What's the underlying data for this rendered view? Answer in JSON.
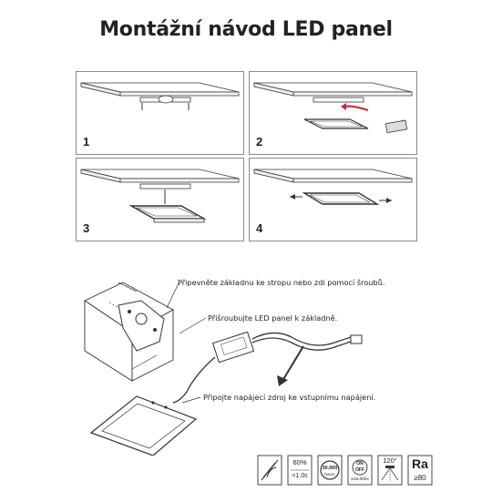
{
  "title": "Montážní návod LED panel",
  "steps": [
    {
      "number": "1"
    },
    {
      "number": "2"
    },
    {
      "number": "3"
    },
    {
      "number": "4"
    }
  ],
  "callouts": {
    "mount_base": "Připevněte základnu ke stropu nebo zdi pomocí šroubů.",
    "screw_panel": "Přišroubujte LED panel k základně.",
    "connect_power": "Připojte napájecí zdroj ke vstupnímu napájení."
  },
  "specs": {
    "percent": "60%",
    "startup": "<1.0s",
    "lifetime_value": "30.000",
    "lifetime_unit": "hours",
    "switch_on": "ON",
    "switch_off": "OFF",
    "switch_cycles": "≥15.000x",
    "beam_angle": "120°",
    "ra_symbol": "Ra",
    "ra_value": "≥80"
  },
  "colors": {
    "arrow_red": "#d0202a",
    "line": "#333333"
  }
}
